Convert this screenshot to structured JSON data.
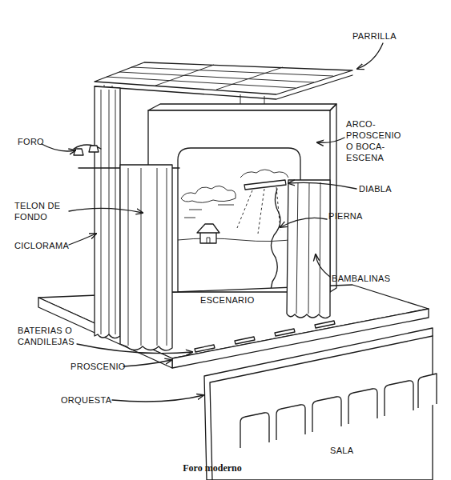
{
  "diagram": {
    "caption": "Foro moderno",
    "labels": [
      "PARRILLA",
      "FORO",
      "ARCO-PROSCENIO O BOCA-ESCENA",
      "DIABLA",
      "TELON DE FONDO",
      "CICLORAMA",
      "PIERNA",
      "BAMBALINAS",
      "ESCENARIO",
      "BATERIAS O CANDILEJAS",
      "PROSCENIO",
      "ORQUESTA",
      "SALA"
    ]
  }
}
